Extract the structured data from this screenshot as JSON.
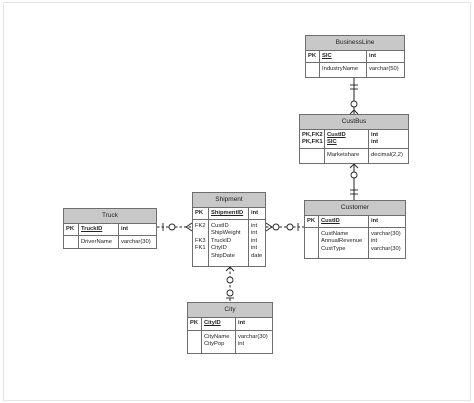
{
  "entities": {
    "businessline": {
      "title": "BusinessLine",
      "pk_key": "PK",
      "pk_name": "SIC",
      "pk_type": "int",
      "attr_names": "IndustryName",
      "attr_types": "varchar(50)"
    },
    "custbus": {
      "title": "CustBus",
      "pk_key": "PK,FK2\nPK,FK1",
      "pk_name": "CustID\nSIC",
      "pk_type": "int\nint",
      "attr_names": "Marketshare",
      "attr_types": "decimal(2,2)"
    },
    "customer": {
      "title": "Customer",
      "pk_key": "PK",
      "pk_name": "CustID",
      "pk_type": "int",
      "attr_names": "CustName\nAnnualRevenue\nCustType",
      "attr_types": "varchar(30)\nint\nvarchar(30)"
    },
    "shipment": {
      "title": "Shipment",
      "pk_key": "PK",
      "pk_name": "ShipmentID",
      "pk_type": "int",
      "attr_keys": "FK2\n\nFK3\nFK1",
      "attr_names": "CustID\nShipWeight\nTruckID\nCityID\nShipDate",
      "attr_types": "int\nint\nint\nint\ndate"
    },
    "truck": {
      "title": "Truck",
      "pk_key": "PK",
      "pk_name": "TruckID",
      "pk_type": "int",
      "attr_names": "DriverName",
      "attr_types": "varchar(30)"
    },
    "city": {
      "title": "City",
      "pk_key": "PK",
      "pk_name": "CityID",
      "pk_type": "int",
      "attr_names": "CityName\nCityPop",
      "attr_types": "varchar(30)\nint"
    }
  }
}
